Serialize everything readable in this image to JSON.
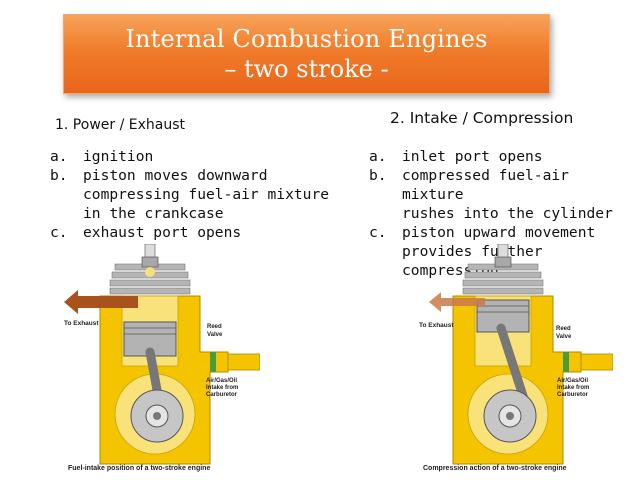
{
  "title": {
    "line1": "Internal Combustion Engines",
    "line2": "– two stroke -"
  },
  "left": {
    "heading": "1. Power / Exhaust",
    "items": [
      {
        "mark": "a.",
        "lines": [
          "ignition"
        ]
      },
      {
        "mark": "b.",
        "lines": [
          "piston moves downward",
          "compressing fuel-air mixture",
          "in the crankcase"
        ]
      },
      {
        "mark": "c.",
        "lines": [
          "exhaust port opens"
        ]
      }
    ],
    "diagram": {
      "exhaust_label": "To Exhaust",
      "reed_label": [
        "Reed",
        "Valve"
      ],
      "intake_label": [
        "Air/Gas/Oil",
        "Intake from",
        "Carburetor"
      ],
      "caption": "Fuel-intake position of a two-stroke engine"
    }
  },
  "right": {
    "heading": "2. Intake / Compression",
    "items": [
      {
        "mark": "a.",
        "lines": [
          "inlet port opens"
        ]
      },
      {
        "mark": "b.",
        "lines": [
          "compressed fuel-air mixture",
          "rushes into the cylinder"
        ]
      },
      {
        "mark": "c.",
        "lines": [
          "piston upward movement",
          "provides further compression"
        ]
      }
    ],
    "diagram": {
      "exhaust_label": "To Exhaust",
      "reed_label": [
        "Reed",
        "Valve"
      ],
      "intake_label": [
        "Air/Gas/Oil",
        "Intake from",
        "Carburetor"
      ],
      "caption": "Compression action of a two-stroke engine"
    }
  },
  "colors": {
    "title_bg": "#f07c2a",
    "engine_body": "#f5c400",
    "mixture": "#f9e27a",
    "metal": "#8c8c8c",
    "exhaust_arrow": "#a8521e"
  }
}
